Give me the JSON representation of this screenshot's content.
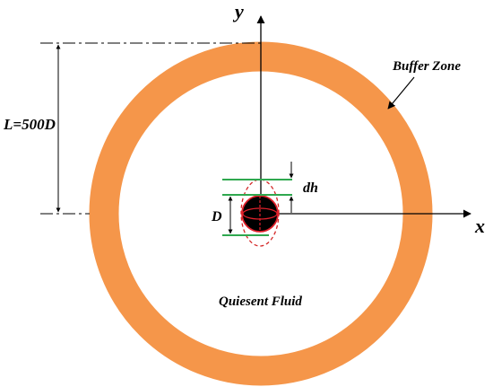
{
  "labels": {
    "y_axis": "y",
    "x_axis": "x",
    "buffer_zone": "Buffer Zone",
    "length": "L=500D",
    "dh": "dh",
    "diameter": "D",
    "fluid": "Quiesent Fluid"
  },
  "colors": {
    "buffer_ring": "#F5964A",
    "cylinder": "#000000",
    "cylinder_outline": "#E0202A",
    "dashed_ellipse": "#D42828",
    "dimension_lines": "#2FA84F",
    "axes": "#000000"
  }
}
